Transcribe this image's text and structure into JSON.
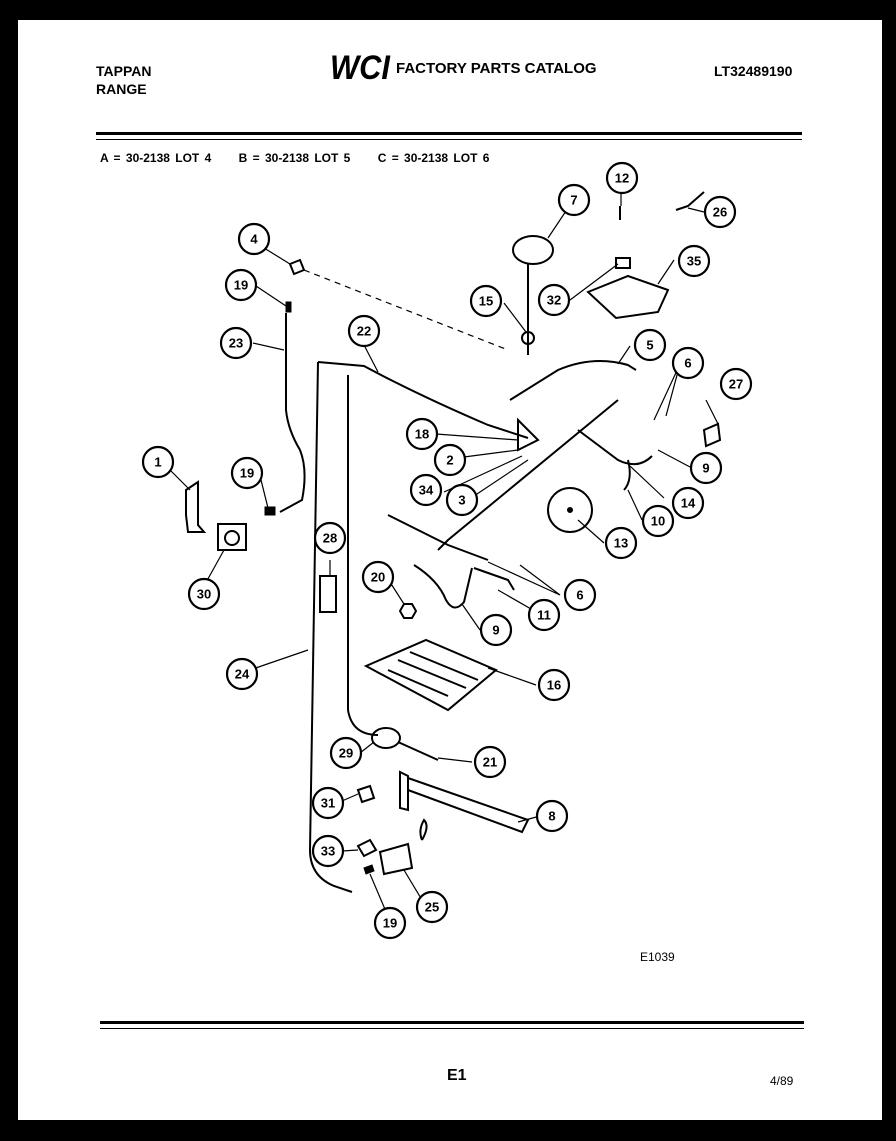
{
  "header": {
    "brand_line1": "TAPPAN",
    "brand_line2": "RANGE",
    "logo_text": "WCI",
    "catalog_title": "FACTORY PARTS CATALOG",
    "model_number": "LT32489190"
  },
  "lots": [
    "A = 30-2138 LOT 4",
    "B = 30-2138 LOT 5",
    "C = 30-2138 LOT 6"
  ],
  "callouts": [
    "1",
    "2",
    "3",
    "4",
    "5",
    "6",
    "6",
    "7",
    "8",
    "9",
    "9",
    "10",
    "11",
    "12",
    "13",
    "14",
    "15",
    "16",
    "18",
    "19",
    "19",
    "19",
    "20",
    "21",
    "22",
    "23",
    "24",
    "25",
    "26",
    "27",
    "28",
    "29",
    "30",
    "31",
    "32",
    "33",
    "34",
    "35"
  ],
  "figure_code": "E1039",
  "footer": {
    "page": "E1",
    "date": "4/89"
  }
}
